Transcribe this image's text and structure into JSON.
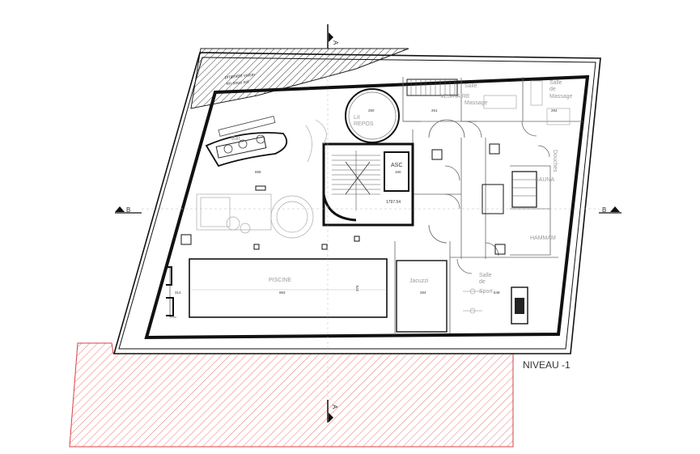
{
  "title": "NIVEAU -1",
  "section_markers": {
    "a_top": "A",
    "a_bottom": "A",
    "b_left": "B",
    "b_right": "B"
  },
  "neighbor_note": {
    "line1": "propriété voisin",
    "line2": "en sous sol"
  },
  "rooms": {
    "bar": "Bar",
    "lit_repos_1": "Lit",
    "lit_repos_2": "REPOS",
    "asc": "ASC",
    "vestiaire": "VESTIAIRE",
    "salle_massage_1a": "Salle",
    "salle_massage_1b": "Massage",
    "salle_massage_2a": "Salle",
    "salle_massage_2b": "de",
    "salle_massage_2c": "Massage",
    "sauna": "SAUNA",
    "hammam": "HAMMAM",
    "piscine": "PISCINE",
    "jacuzzi": "Jacuzzi",
    "salle_sport_1": "Salle",
    "salle_sport_2": "de",
    "salle_sport_3": "Sport",
    "douches": "Douches"
  },
  "dimensions": {
    "d_260": "260",
    "d_261": "261",
    "d_264": "264",
    "d_659": "659",
    "d_160": "160",
    "d_level": "1797.54",
    "d_953": "953",
    "d_314": "314",
    "d_254": "254",
    "d_548": "548",
    "d_376": "376"
  },
  "colors": {
    "wall": "#111111",
    "hatch": "#333333",
    "neighbor_hatch": "#d94040",
    "annotation": "#9a9a9a"
  }
}
